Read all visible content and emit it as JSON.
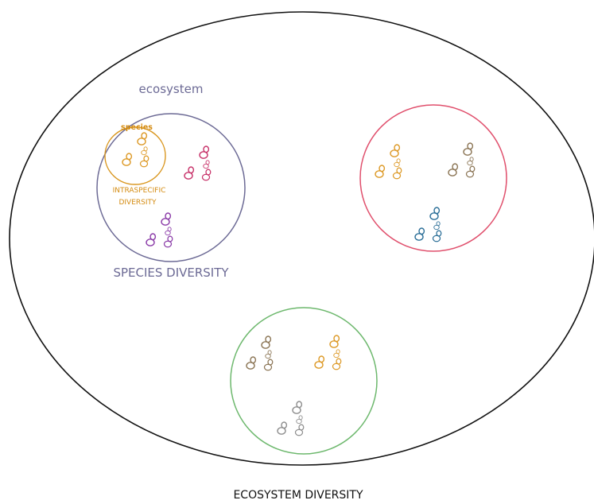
{
  "labels": {
    "ecosystem": "ecosystem",
    "species": "species",
    "intraspecific_line1": "INTRASPECIFIC",
    "intraspecific_line2": "DIVERSITY",
    "species_diversity": "SPECIES DIVERSITY",
    "ecosystem_diversity": "ECOSYSTEM DIVERSITY"
  },
  "colors": {
    "outline": "#111111",
    "ecosystem_circle": "#6c6a95",
    "species_circle": "#d9961e",
    "pink_circle": "#e04f6c",
    "green_circle": "#6db86d",
    "orange": "#dd9a28",
    "magenta": "#c8336a",
    "purple": "#8b3ca8",
    "brown": "#8c7656",
    "blue": "#2c6f98",
    "gray": "#8e8e8e",
    "label_purple": "#6c6a95",
    "label_orange": "#d48b10"
  },
  "communities": [
    {
      "name": "ecosystem",
      "color": "ecosystem_circle",
      "groups": [
        "orange",
        "magenta",
        "purple"
      ]
    },
    {
      "name": "right",
      "color": "pink_circle",
      "groups": [
        "orange",
        "brown",
        "blue"
      ]
    },
    {
      "name": "bottom",
      "color": "green_circle",
      "groups": [
        "brown",
        "orange",
        "gray"
      ]
    }
  ]
}
